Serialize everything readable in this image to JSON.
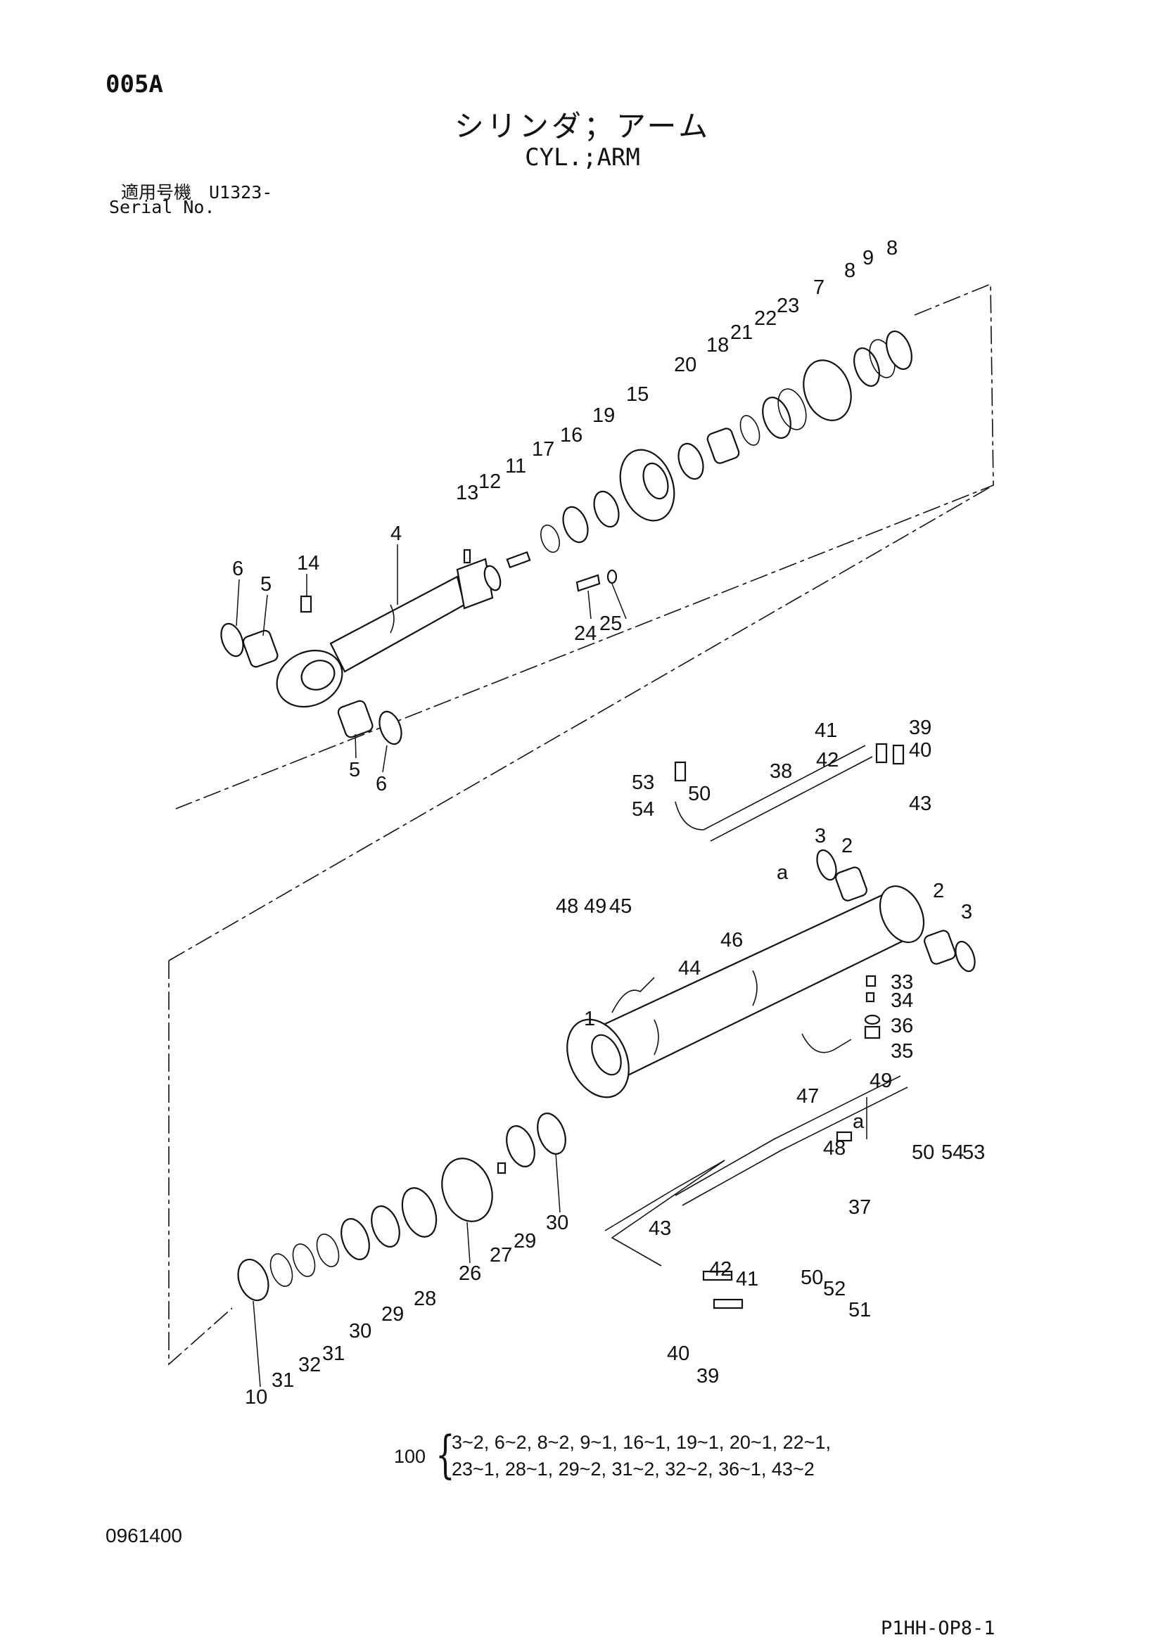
{
  "header": {
    "page_code": "005A",
    "title_jp": "シリンダ；アーム",
    "title_en": "CYL.;ARM",
    "serial_label_jp": "適用号機　U1323-",
    "serial_label_en": "Serial No."
  },
  "callouts": {
    "c6a": "6",
    "c5a": "5",
    "c14": "14",
    "c4": "4",
    "c13": "13",
    "c12": "12",
    "c11": "11",
    "c17": "17",
    "c16": "16",
    "c19": "19",
    "c15": "15",
    "c20": "20",
    "c18": "18",
    "c21": "21",
    "c22": "22",
    "c23": "23",
    "c7": "7",
    "c8a": "8",
    "c9": "9",
    "c8b": "8",
    "c24": "24",
    "c25": "25",
    "c5b": "5",
    "c6b": "6",
    "c41a": "41",
    "c39a": "39",
    "c42a": "42",
    "c40a": "40",
    "c53a": "53",
    "c50a": "50",
    "c38": "38",
    "c54a": "54",
    "c43a": "43",
    "c3a": "3",
    "c2a": "2",
    "ca1": "a",
    "c2b": "2",
    "c3b": "3",
    "c48a": "48",
    "c49a": "49",
    "c45": "45",
    "c46": "46",
    "c44": "44",
    "c33": "33",
    "c34": "34",
    "c36": "36",
    "c35": "35",
    "c1": "1",
    "c47": "47",
    "c49b": "49",
    "ca2": "a",
    "c48b": "48",
    "c50b": "50",
    "c54b": "54",
    "c53b": "53",
    "c37": "37",
    "c30a": "30",
    "c29a": "29",
    "c27": "27",
    "c26": "26",
    "c28": "28",
    "c29b": "29",
    "c30b": "30",
    "c43b": "43",
    "c50c": "50",
    "c52": "52",
    "c51": "51",
    "c42b": "42",
    "c41b": "41",
    "c40b": "40",
    "c39b": "39",
    "c31a": "31",
    "c32": "32",
    "c31b": "31",
    "c10": "10"
  },
  "kit": {
    "number": "100",
    "line1": "3~2, 6~2, 8~2, 9~1, 16~1, 19~1, 20~1, 22~1,",
    "line2": "23~1, 28~1, 29~2, 31~2, 32~2, 36~1, 43~2"
  },
  "footer": {
    "doc_number": "0961400",
    "ref_code": "P1HH-OP8-1"
  }
}
